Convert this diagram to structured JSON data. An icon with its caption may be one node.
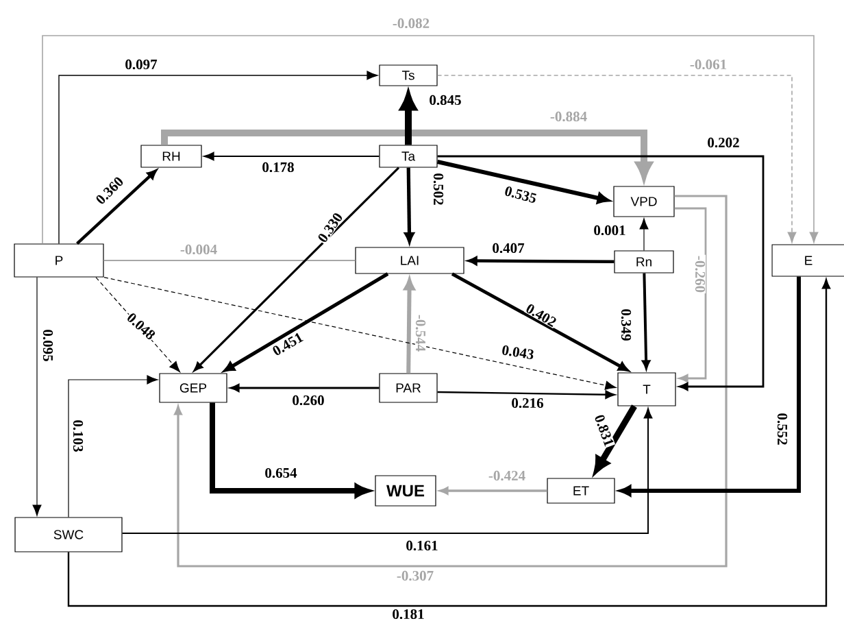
{
  "diagram": {
    "nodes": [
      {
        "text": [
          "Ts"
        ]
      },
      {
        "text": [
          "RH"
        ]
      },
      {
        "text": [
          "Ta"
        ]
      },
      {
        "text": [
          "VPD"
        ]
      },
      {
        "text": [
          "P"
        ]
      },
      {
        "text": [
          "LAI"
        ]
      },
      {
        "text": [
          "Rn"
        ]
      },
      {
        "text": [
          "E"
        ]
      },
      {
        "text": [
          "GEP"
        ]
      },
      {
        "text": [
          "PAR"
        ]
      },
      {
        "text": [
          "T"
        ]
      },
      {
        "text": [
          "WUE"
        ]
      },
      {
        "text": [
          "ET"
        ]
      },
      {
        "text": [
          "SWC"
        ]
      }
    ],
    "edges": [
      {
        "from": 4,
        "to": 0,
        "arrow": "to",
        "label": "0.097"
      },
      {
        "from": 4,
        "to": 7,
        "arrow": "to",
        "label": "-0.082",
        "color": "#a6a6a6"
      },
      {
        "from": 4,
        "to": 1,
        "arrow": "to",
        "label": "0.360"
      },
      {
        "from": 4,
        "to": 5,
        "arrow": "none",
        "label": "-0.004",
        "color": "#a6a6a6"
      },
      {
        "from": 4,
        "to": 8,
        "arrow": "to",
        "label": "0.048",
        "style": "dashed"
      },
      {
        "from": 4,
        "to": 10,
        "arrow": "to",
        "label": "0.043",
        "style": "dashed"
      },
      {
        "from": 4,
        "to": 13,
        "arrow": "to",
        "label": "0.095"
      },
      {
        "from": 0,
        "to": 7,
        "arrow": "to",
        "label": "-0.061",
        "style": "dashed",
        "color": "#a6a6a6"
      },
      {
        "from": 2,
        "to": 0,
        "arrow": "to",
        "label": "0.845",
        "style": "thick"
      },
      {
        "from": 1,
        "to": 3,
        "arrow": "to",
        "label": "-0.884",
        "style": "thick",
        "color": "#a6a6a6"
      },
      {
        "from": 2,
        "to": 1,
        "arrow": "to",
        "label": "0.178"
      },
      {
        "from": 2,
        "to": 5,
        "arrow": "to",
        "label": "0.502"
      },
      {
        "from": 2,
        "to": 3,
        "arrow": "to",
        "label": "0.535",
        "style": "thick"
      },
      {
        "from": 2,
        "to": 8,
        "arrow": "to",
        "label": "0.330"
      },
      {
        "from": 2,
        "to": 10,
        "arrow": "to",
        "label": "0.202"
      },
      {
        "from": 6,
        "to": 3,
        "arrow": "to",
        "label": "0.001"
      },
      {
        "from": 6,
        "to": 5,
        "arrow": "to",
        "label": "0.407"
      },
      {
        "from": 6,
        "to": 10,
        "arrow": "to",
        "label": "0.349"
      },
      {
        "from": 3,
        "to": 10,
        "arrow": "to",
        "label": "-0.260",
        "color": "#a6a6a6"
      },
      {
        "from": 3,
        "to": 8,
        "arrow": "to",
        "label": "-0.307",
        "color": "#a6a6a6"
      },
      {
        "from": 5,
        "to": 8,
        "arrow": "to",
        "label": "0.451"
      },
      {
        "from": 5,
        "to": 10,
        "arrow": "to",
        "label": "0.402"
      },
      {
        "from": 9,
        "to": 5,
        "arrow": "to",
        "label": "-0.544",
        "style": "thick",
        "color": "#a6a6a6"
      },
      {
        "from": 9,
        "to": 8,
        "arrow": "to",
        "label": "0.260"
      },
      {
        "from": 9,
        "to": 10,
        "arrow": "to",
        "label": "0.216"
      },
      {
        "from": 8,
        "to": 11,
        "arrow": "to",
        "label": "0.654",
        "style": "thick"
      },
      {
        "from": 12,
        "to": 11,
        "arrow": "to",
        "label": "-0.424",
        "color": "#a6a6a6"
      },
      {
        "from": 10,
        "to": 12,
        "arrow": "to",
        "label": "0.831",
        "style": "thick"
      },
      {
        "from": 7,
        "to": 12,
        "arrow": "to",
        "label": "0.552",
        "style": "thick"
      },
      {
        "from": 13,
        "to": 8,
        "arrow": "to",
        "label": "0.103"
      },
      {
        "from": 13,
        "to": 10,
        "arrow": "to",
        "label": "0.161"
      },
      {
        "from": 13,
        "to": 7,
        "arrow": "to",
        "label": "0.181"
      }
    ]
  }
}
